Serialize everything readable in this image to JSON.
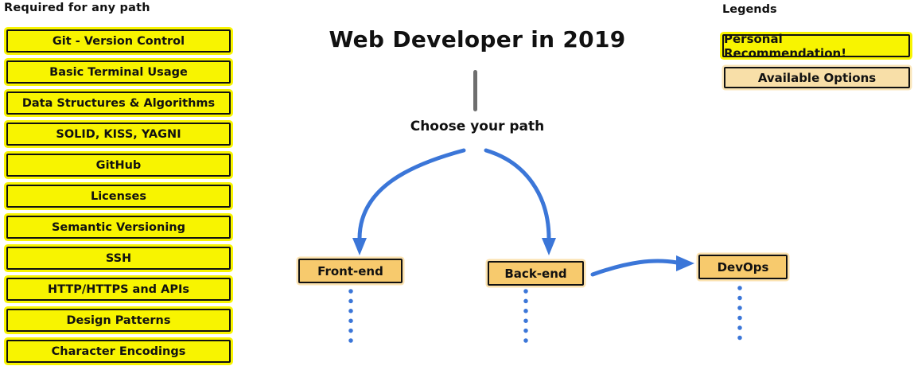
{
  "title": "Web Developer in 2019",
  "choose_label": "Choose your path",
  "required": {
    "heading": "Required for any path",
    "items": [
      "Git - Version Control",
      "Basic Terminal Usage",
      "Data Structures & Algorithms",
      "SOLID, KISS, YAGNI",
      "GitHub",
      "Licenses",
      "Semantic Versioning",
      "SSH",
      "HTTP/HTTPS and APIs",
      "Design Patterns",
      "Character Encodings"
    ]
  },
  "paths": {
    "front_end": "Front-end",
    "back_end": "Back-end",
    "devops": "DevOps"
  },
  "legend": {
    "heading": "Legends",
    "personal": "Personal Recommendation!",
    "available": "Available Options"
  },
  "colors": {
    "yellow": "#f8f400",
    "amber": "#f7ca6d",
    "tan": "#f8dfa8",
    "blue": "#3b76d8",
    "line-gray": "#6e6e6e",
    "ink": "#111111"
  }
}
